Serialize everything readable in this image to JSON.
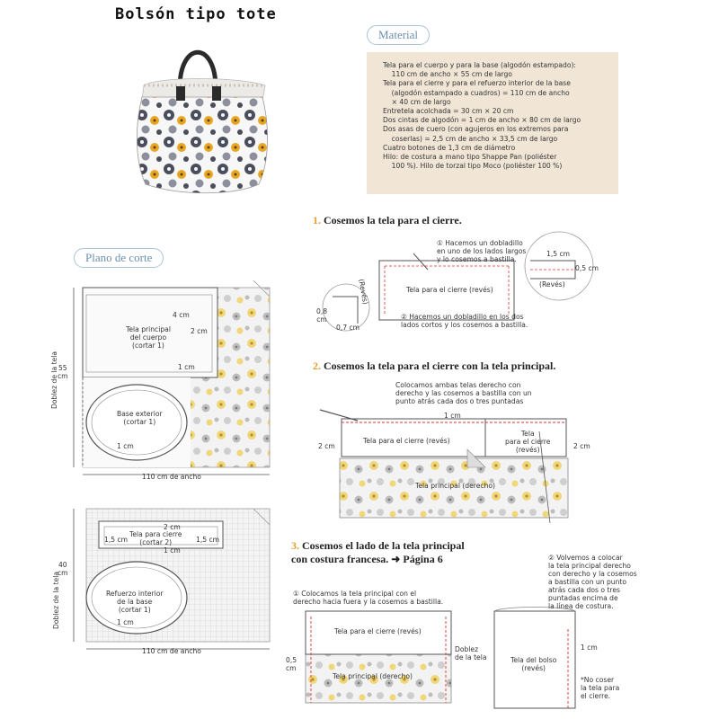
{
  "title": "Bolsón tipo tote",
  "material": {
    "tab": "Material",
    "lines": [
      "Tela para el cuerpo y para la base (algodón estampado):",
      "    110 cm de ancho × 55 cm de largo",
      "Tela para el cierre y para el refuerzo interior de la base",
      "    (algodón estampado a cuadros) = 110 cm de ancho",
      "    × 40 cm de largo",
      "Entretela acolchada = 30 cm × 20 cm",
      "Dos cintas de algodón = 1 cm de ancho × 80 cm de largo",
      "Dos asas de cuero (con agujeros en los extremos para",
      "    coserlas) = 2,5 cm de ancho × 33,5 cm de largo",
      "Cuatro botones de 1,3 cm de diámetro",
      "Hilo: de costura a mano tipo Shappe Pan (poliéster",
      "    100 %). Hilo de torzal tipo Moco (poliéster 100 %)"
    ]
  },
  "plano": {
    "tab": "Plano de corte",
    "p1": {
      "height": "55\ncm",
      "fold": "Doblez de la tela",
      "width": "110 cm de ancho",
      "piece_a": "Tela principal\ndel cuerpo\n(cortar 1)",
      "cm4": "4 cm",
      "cm2": "2 cm",
      "cm1a": "1 cm",
      "piece_b": "Base exterior\n(cortar 1)",
      "cm1b": "1 cm"
    },
    "p2": {
      "height": "40\ncm",
      "fold": "Doblez de la tela",
      "width": "110 cm de ancho",
      "cm2": "2 cm",
      "cm15a": "1,5 cm",
      "cm15b": "1,5 cm",
      "piece_a": "Tela para cierre\n(cortar 2)",
      "cm1a": "1 cm",
      "piece_b": "Refuerzo interior\nde la base\n(cortar 1)",
      "cm1b": "1 cm"
    }
  },
  "step1": {
    "num": "1.",
    "title": "Cosemos la tela para el cierre.",
    "note_a": "① Hacemos un dobladillo\nen uno de los lados largos\ny lo cosemos a bastilla.",
    "note_b": "② Hacemos un dobladillo en los dos\nlados cortos y los cosemos a bastilla.",
    "fabric": "Tela para el cierre (revés)",
    "reves_a": "(Revés)",
    "reves_b": "(Revés)",
    "m08": "0,8\ncm",
    "m07": "0,7 cm",
    "m15": "1,5 cm",
    "m05": "0,5 cm"
  },
  "step2": {
    "num": "2.",
    "title": "Cosemos la tela para el cierre con la tela principal.",
    "note": "Colocamos ambas telas derecho con\nderecho y las cosemos a bastilla con un\npunto atrás cada dos o tres puntadas",
    "cm1": "1 cm",
    "cm2a": "2 cm",
    "cm2b": "2 cm",
    "fabric_a": "Tela para el cierre (revés)",
    "fabric_b": "Tela\npara el cierre\n(revés)",
    "fabric_main": "Tela principal (derecho)"
  },
  "step3": {
    "num": "3.",
    "title": "Cosemos el lado de la tela principal\ncon costura francesa. ➜ Página 6",
    "note_a": "① Colocamos la tela principal con el\nderecho hacia fuera y la cosemos a bastilla.",
    "note_b": "② Volvemos a colocar\nla tela principal derecho\ncon derecho y la cosemos\na bastilla con un punto\natrás cada dos o tres\npuntadas encima de\nla línea de costura.",
    "fabric_a": "Tela para el cierre (revés)",
    "fabric_main": "Tela principal (derecho)",
    "fold": "Doblez\nde la tela",
    "cm05": "0,5\ncm",
    "cm1": "1 cm",
    "body": "Tela del bolso\n(revés)",
    "nosew": "*No coser\nla tela para\nel cierre."
  }
}
